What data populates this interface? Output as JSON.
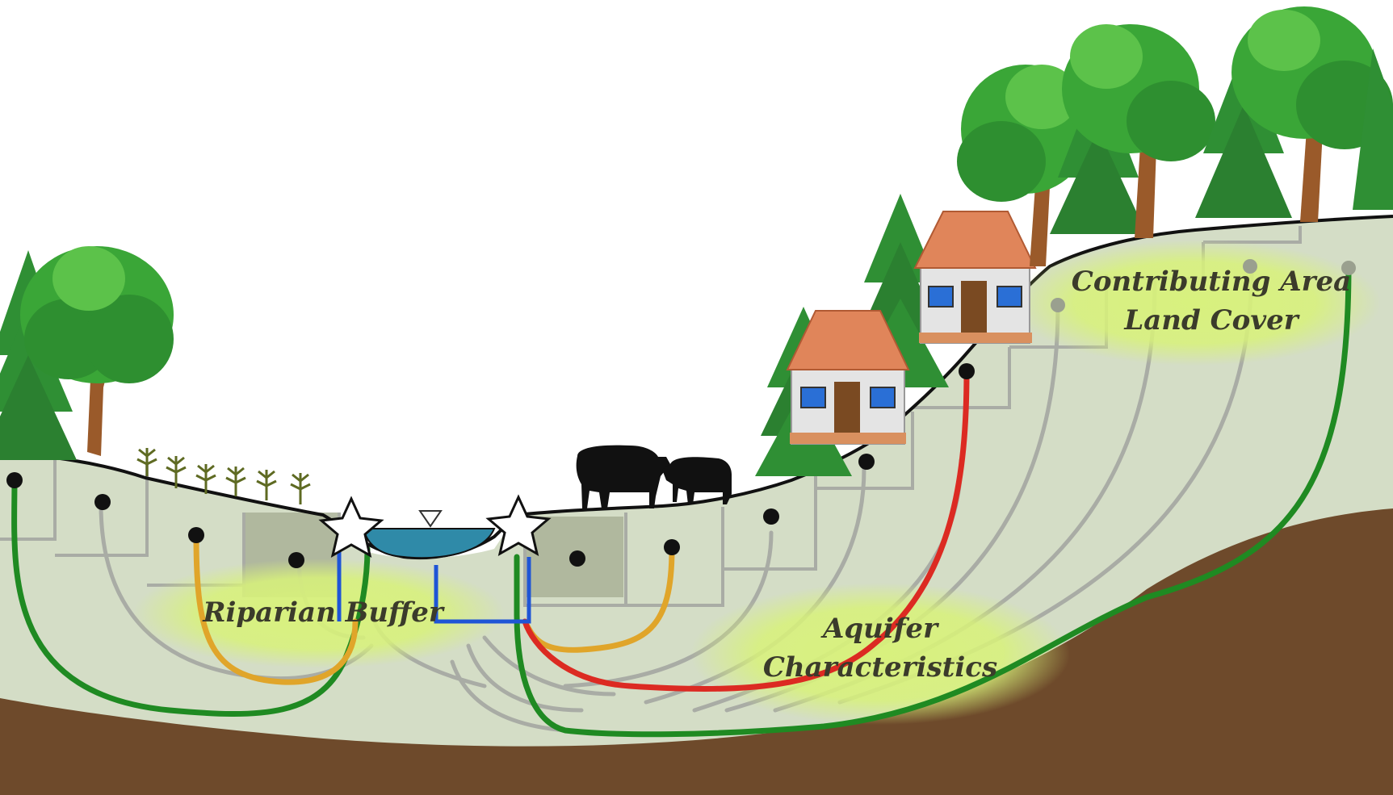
{
  "labels": {
    "riparian_buffer": "Riparian Buffer",
    "aquifer_line1": "Aquifer",
    "aquifer_line2": "Characteristics",
    "contributing_line1": "Contributing Area",
    "contributing_line2": "Land Cover"
  },
  "colors": {
    "ground": "#d4ddc6",
    "bedrock": "#6e4a2b",
    "water": "#2f8aa8",
    "flow_gray": "#a9aca5",
    "flow_green": "#1f8a22",
    "flow_orange": "#e0a52a",
    "flow_red": "#dc2a22",
    "flow_blue": "#1f55d6",
    "highlight": "#d8f27a",
    "tree_leaf": "#3aa637",
    "tree_trunk": "#9a5a2a",
    "roof": "#e0855a"
  },
  "icons": [
    "tree-icon",
    "pine-tree-icon",
    "house-icon",
    "cow-icon",
    "crop-plant-icon",
    "star-marker-icon",
    "water-level-triangle-icon"
  ]
}
